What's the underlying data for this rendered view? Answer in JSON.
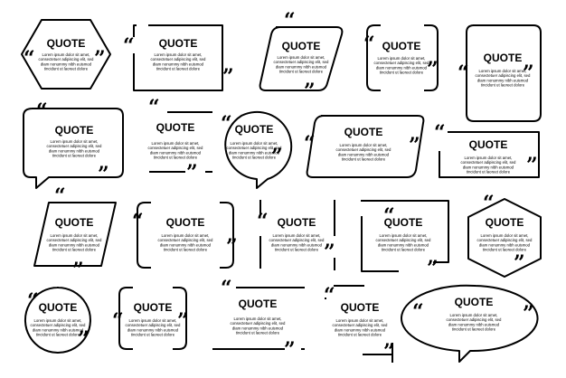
{
  "title": "QUOTE",
  "open_mark": "“",
  "close_mark": "”",
  "body_lines": [
    "Lorem ipsum dolor sit amet,",
    "consectetuer adipiscing elit, sed",
    "diam nonummy nibh euismod",
    "tincidunt ut laoreet dolore"
  ],
  "colors": {
    "ink": "#000000",
    "background": "#ffffff"
  }
}
